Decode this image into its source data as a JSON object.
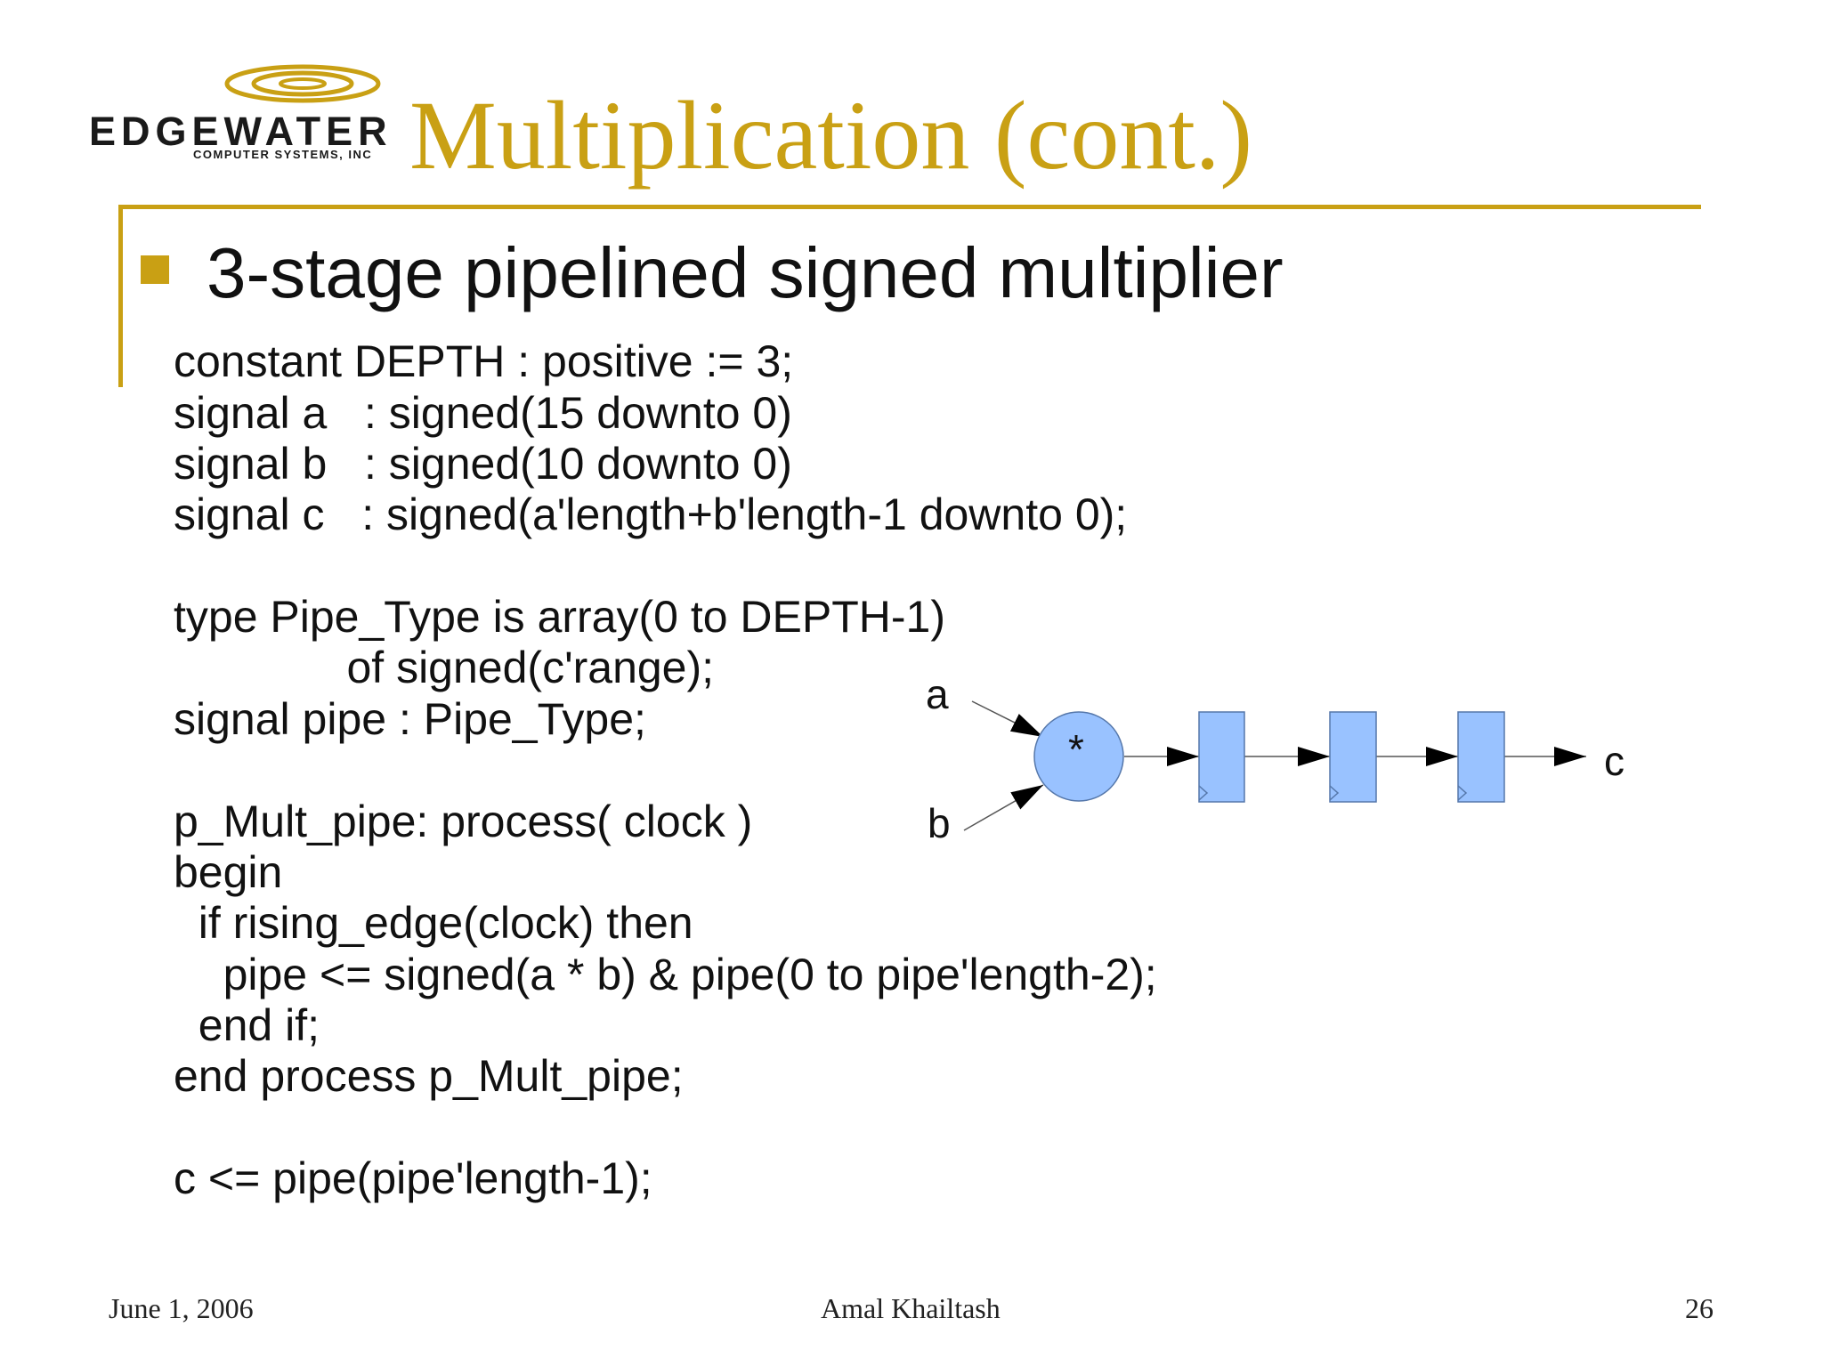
{
  "logo": {
    "word": "EDGEWATER",
    "sub": "COMPUTER SYSTEMS, INC"
  },
  "title": "Multiplication (cont.)",
  "bullet": "3-stage pipelined signed multiplier",
  "code": [
    "constant DEPTH : positive := 3;",
    "signal a   : signed(15 downto 0)",
    "signal b   : signed(10 downto 0)",
    "signal c   : signed(a'length+b'length-1 downto 0);",
    "",
    "type Pipe_Type is array(0 to DEPTH-1)",
    "              of signed(c'range);",
    "signal pipe : Pipe_Type;",
    "",
    "p_Mult_pipe: process( clock )",
    "begin",
    "  if rising_edge(clock) then",
    "    pipe <= signed(a * b) & pipe(0 to pipe'length-2);",
    "  end if;",
    "end process p_Mult_pipe;",
    "",
    "c <= pipe(pipe'length-1);"
  ],
  "diagram": {
    "input_a": "a",
    "input_b": "b",
    "operator": "*",
    "output": "c",
    "register_count": 3,
    "fill_color": "#99c2ff",
    "stroke_color": "#5577aa"
  },
  "footer": {
    "date": "June 1, 2006",
    "author": "Amal Khailtash",
    "page": "26"
  },
  "colors": {
    "accent": "#c9a014",
    "text": "#111111"
  }
}
